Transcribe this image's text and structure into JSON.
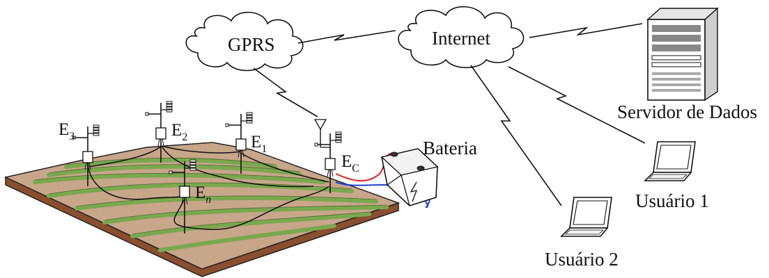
{
  "network": {
    "gprs": "GPRS",
    "internet": "Internet",
    "server": "Servidor de Dados",
    "user1": "Usuário 1",
    "user2": "Usuário 2"
  },
  "field": {
    "battery": "Bateria",
    "stations": [
      {
        "base": "E",
        "sub": "3"
      },
      {
        "base": "E",
        "sub": "2"
      },
      {
        "base": "E",
        "sub": "1"
      },
      {
        "base": "E",
        "sub": "n"
      },
      {
        "base": "E",
        "sub": "C"
      }
    ]
  },
  "colors": {
    "soil": "#c8a68a",
    "soil_side": "#8b4e2e",
    "crop_rows": "#7aa84f",
    "cable_positive": "#e02020",
    "cable_negative": "#1f3fd0"
  }
}
